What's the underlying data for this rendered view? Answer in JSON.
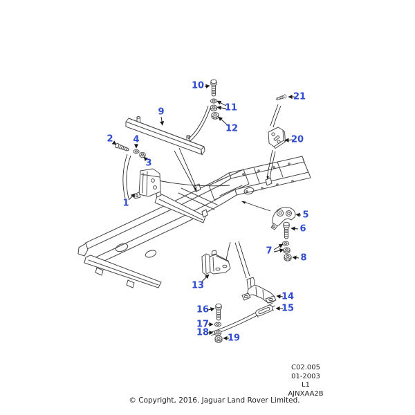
{
  "diagram": {
    "kind": "exploded-parts-diagram",
    "subject": "chassis-frame-and-mountings"
  },
  "callouts": [
    {
      "label": "1",
      "icon": "bracket-icon"
    },
    {
      "label": "2",
      "icon": "bolt-icon"
    },
    {
      "label": "3",
      "icon": "washer-icon"
    },
    {
      "label": "4",
      "icon": "washer-icon"
    },
    {
      "label": "5",
      "icon": "mounting-bracket-icon"
    },
    {
      "label": "6",
      "icon": "bolt-icon"
    },
    {
      "label": "7",
      "icon": "washer-icon"
    },
    {
      "label": "8",
      "icon": "nut-icon"
    },
    {
      "label": "9",
      "icon": "crossmember-bar-icon"
    },
    {
      "label": "10",
      "icon": "bolt-icon"
    },
    {
      "label": "11",
      "icon": "washer-icon"
    },
    {
      "label": "12",
      "icon": "nut-icon"
    },
    {
      "label": "13",
      "icon": "mounting-bracket-icon"
    },
    {
      "label": "14",
      "icon": "mounting-bracket-icon"
    },
    {
      "label": "15",
      "icon": "link-strap-icon"
    },
    {
      "label": "16",
      "icon": "bolt-icon"
    },
    {
      "label": "17",
      "icon": "washer-icon"
    },
    {
      "label": "18",
      "icon": "washer-icon"
    },
    {
      "label": "19",
      "icon": "nut-icon"
    },
    {
      "label": "20",
      "icon": "plate-icon"
    },
    {
      "label": "21",
      "icon": "bolt-icon"
    }
  ],
  "doc_info": {
    "code": "C02.005",
    "date": "01-2003",
    "sheet": "L1",
    "ref": "AJNXAA2B"
  },
  "footer": {
    "copyright": "© Copyright, 2016. Jaguar Land Rover Limited."
  },
  "colors": {
    "callout": "#2f4bd0",
    "line_art": "#4a4a4a",
    "leader": "#1a1a1a",
    "background": "#ffffff"
  }
}
